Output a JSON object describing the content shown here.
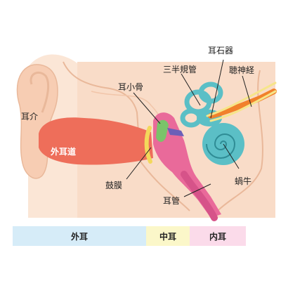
{
  "labels": {
    "jikai": "耳介",
    "gaijido": "外耳道",
    "jishokotsu": "耳小骨",
    "sanhankikan": "三半規管",
    "jisekiki": "耳石器",
    "choshinkei": "聴神経",
    "komaku": "鼓膜",
    "jikan": "耳管",
    "kagyu": "蝸牛"
  },
  "legend": [
    {
      "label": "外耳",
      "color": "#d6ecf8"
    },
    {
      "label": "中耳",
      "color": "#fbf7c9"
    },
    {
      "label": "内耳",
      "color": "#fbdbea"
    }
  ],
  "colors": {
    "skin": "#f9dcc8",
    "skin_outline": "#e9b89a",
    "canal": "#ee6e5a",
    "ossicles": "#7ac36a",
    "tympanum": "#f3d85b",
    "cochlea": "#5bbfc6",
    "nerve": "#f1812b",
    "eustachian": "#e96a9a"
  }
}
